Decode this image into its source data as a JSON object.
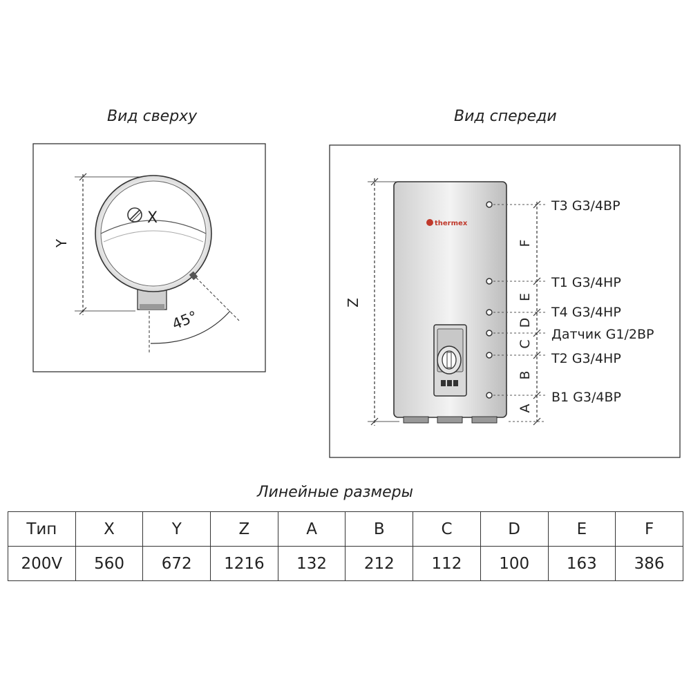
{
  "top_view": {
    "title": "Вид сверху",
    "label_x": "X",
    "label_y": "Y",
    "angle": "45°"
  },
  "front_view": {
    "title": "Вид спереди",
    "label_z": "Z",
    "brand": "thermex",
    "connections": [
      "T3 G3/4BP",
      "T1 G3/4HP",
      "T4 G3/4HP",
      "Датчик G1/2BP",
      "T2 G3/4HP",
      "B1 G3/4BP"
    ],
    "dim_letters": [
      "F",
      "E",
      "D",
      "C",
      "B",
      "A"
    ]
  },
  "table": {
    "title": "Линейные размеры",
    "headers": [
      "Тип",
      "X",
      "Y",
      "Z",
      "A",
      "B",
      "C",
      "D",
      "E",
      "F"
    ],
    "row": [
      "200V",
      "560",
      "672",
      "1216",
      "132",
      "212",
      "112",
      "100",
      "163",
      "386"
    ]
  },
  "colors": {
    "line": "#333333",
    "body": "#e6e6e6",
    "brand": "#c0392b"
  }
}
